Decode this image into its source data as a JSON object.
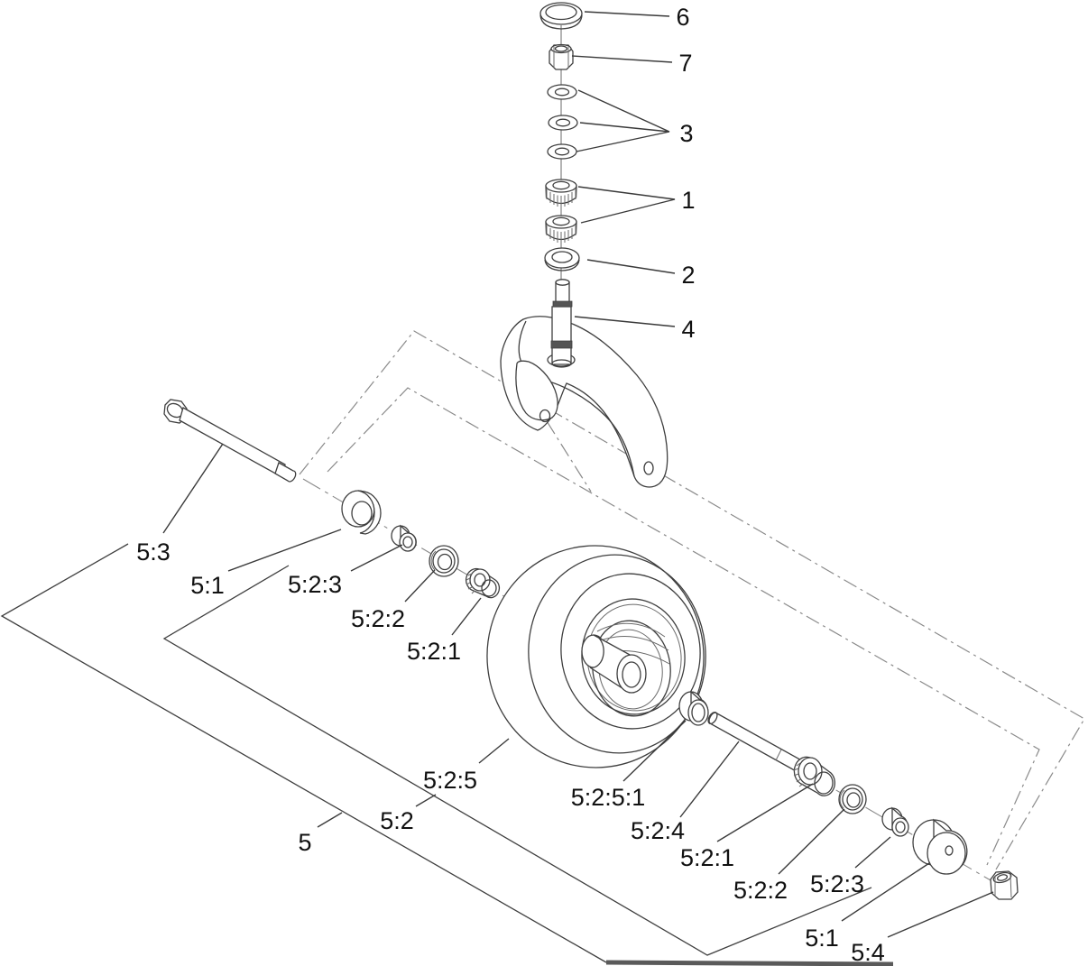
{
  "figure": {
    "type": "exploded-parts-diagram",
    "subject": "caster wheel and fork assembly",
    "background": "#ffffff",
    "colors": {
      "line": "#3f3f3f",
      "boundary_dashdot": "#8a8a8a",
      "label": "#111111",
      "knurl_band": "#555555",
      "bottom_bar": "#5a5a5a"
    }
  },
  "callouts": [
    {
      "id": "cap",
      "text": "6"
    },
    {
      "id": "locknut",
      "text": "7"
    },
    {
      "id": "washers",
      "text": "3"
    },
    {
      "id": "bearings",
      "text": "1"
    },
    {
      "id": "seal-top",
      "text": "2"
    },
    {
      "id": "caster-fork",
      "text": "4"
    },
    {
      "id": "axle-bolt",
      "text": "5:3"
    },
    {
      "id": "spacer-left",
      "text": "5:1"
    },
    {
      "id": "bushing-left",
      "text": "5:2:3"
    },
    {
      "id": "seal-left",
      "text": "5:2:2"
    },
    {
      "id": "bearing-left",
      "text": "5:2:1"
    },
    {
      "id": "wheel",
      "text": "5:2:5"
    },
    {
      "id": "wheel-bushing",
      "text": "5:2:5:1"
    },
    {
      "id": "wheel-group",
      "text": "5:2"
    },
    {
      "id": "caster-group",
      "text": "5"
    },
    {
      "id": "axle-shaft",
      "text": "5:2:4"
    },
    {
      "id": "bearing-right",
      "text": "5:2:1"
    },
    {
      "id": "seal-right",
      "text": "5:2:2"
    },
    {
      "id": "bushing-right",
      "text": "5:2:3"
    },
    {
      "id": "spacer-right",
      "text": "5:1"
    },
    {
      "id": "nut",
      "text": "5:4"
    }
  ]
}
